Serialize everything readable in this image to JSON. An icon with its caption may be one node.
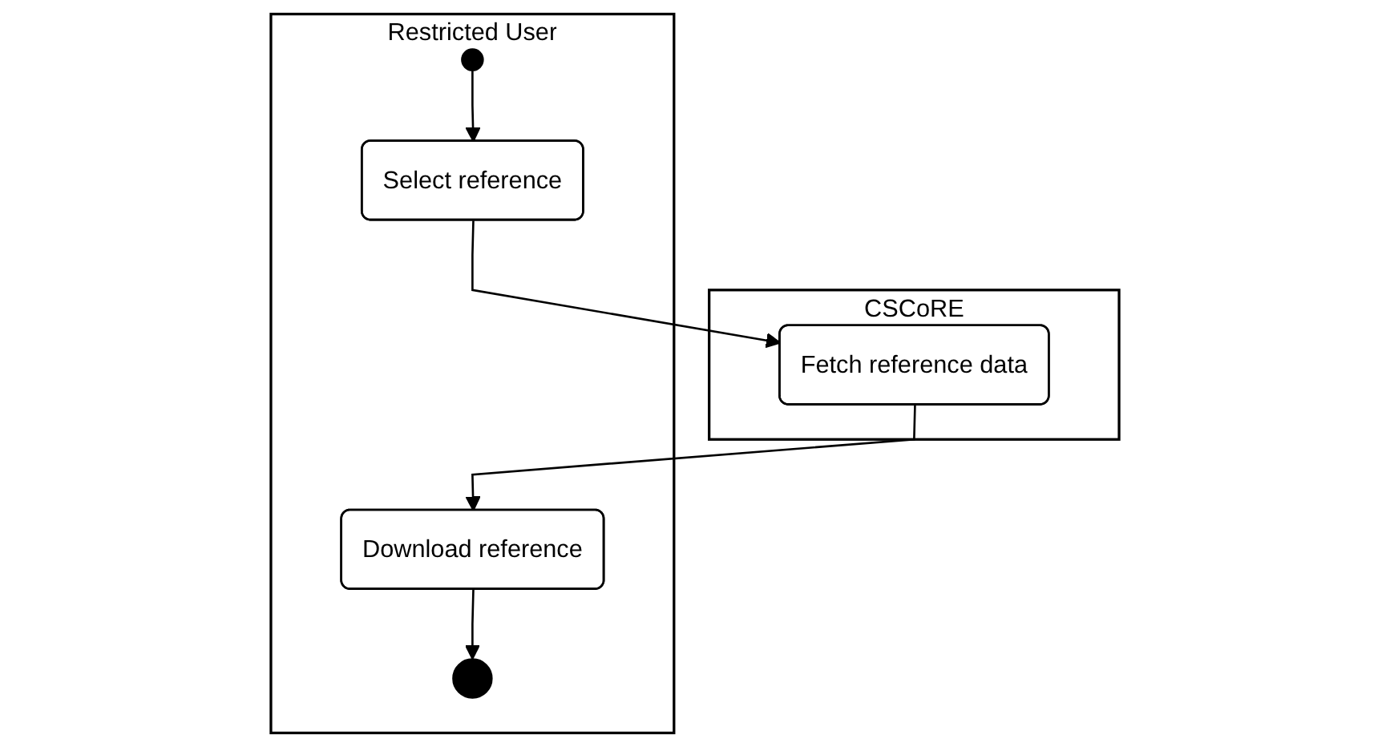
{
  "diagram": {
    "nodes": [
      {
        "text": [
          "Restricted User"
        ]
      },
      {
        "text": [],
        "shape": "circle",
        "in": 0
      },
      {
        "text": [
          "Select reference"
        ],
        "in": 0
      },
      {
        "text": [
          "Download reference"
        ],
        "in": 0
      },
      {
        "text": [],
        "shape": "circle",
        "in": 0
      },
      {
        "text": [
          "CSCoRE"
        ]
      },
      {
        "text": [
          "Fetch reference data"
        ],
        "in": 5
      }
    ],
    "edges": [
      {
        "from": 1,
        "to": 2,
        "arrow": "to"
      },
      {
        "from": 2,
        "to": 6,
        "arrow": "to"
      },
      {
        "from": 6,
        "to": 3,
        "arrow": "to"
      },
      {
        "from": 3,
        "to": 4,
        "arrow": "to"
      }
    ]
  }
}
